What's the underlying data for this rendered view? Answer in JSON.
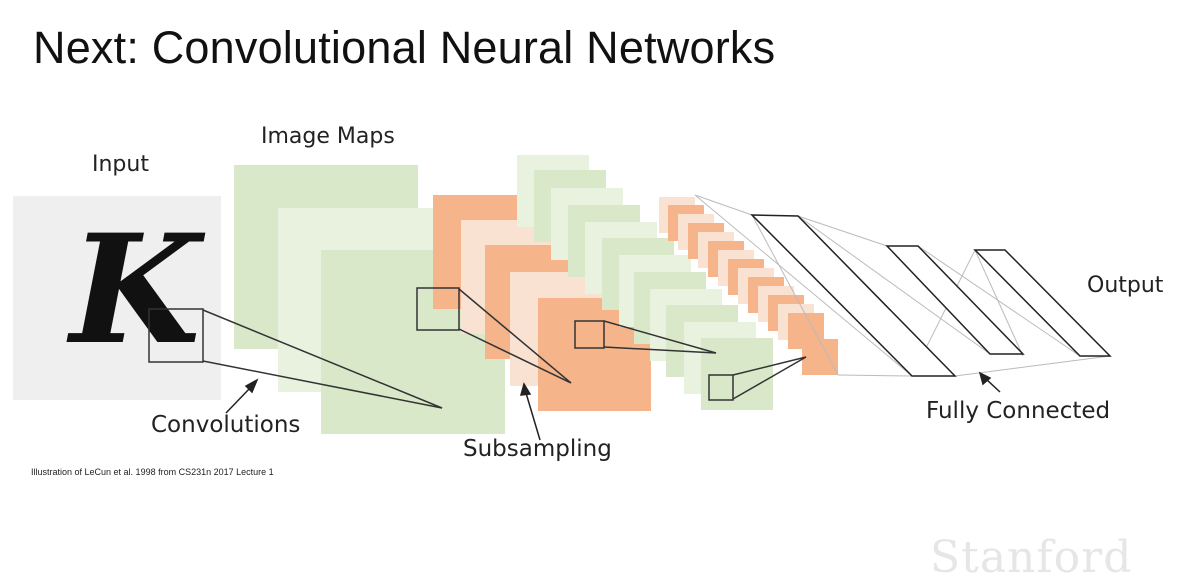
{
  "slide": {
    "title": "Next: Convolutional Neural Networks"
  },
  "diagram": {
    "input_label": "Input",
    "input_glyph": "K",
    "image_maps_label": "Image Maps",
    "output_label": "Output",
    "convolutions_label": "Convolutions",
    "subsampling_label": "Subsampling",
    "fully_connected_label": "Fully Connected",
    "colors": {
      "input_bg": "#efefef",
      "green_map": "#d9e8c8",
      "light_green_map": "#e9f1df",
      "orange_map": "#f5b48a",
      "light_orange_map": "#fae2d2",
      "line": "#333333"
    }
  },
  "footer": {
    "citation": "Illustration of LeCun et al. 1998 from CS231n 2017 Lecture 1",
    "watermark": "Stanford"
  }
}
